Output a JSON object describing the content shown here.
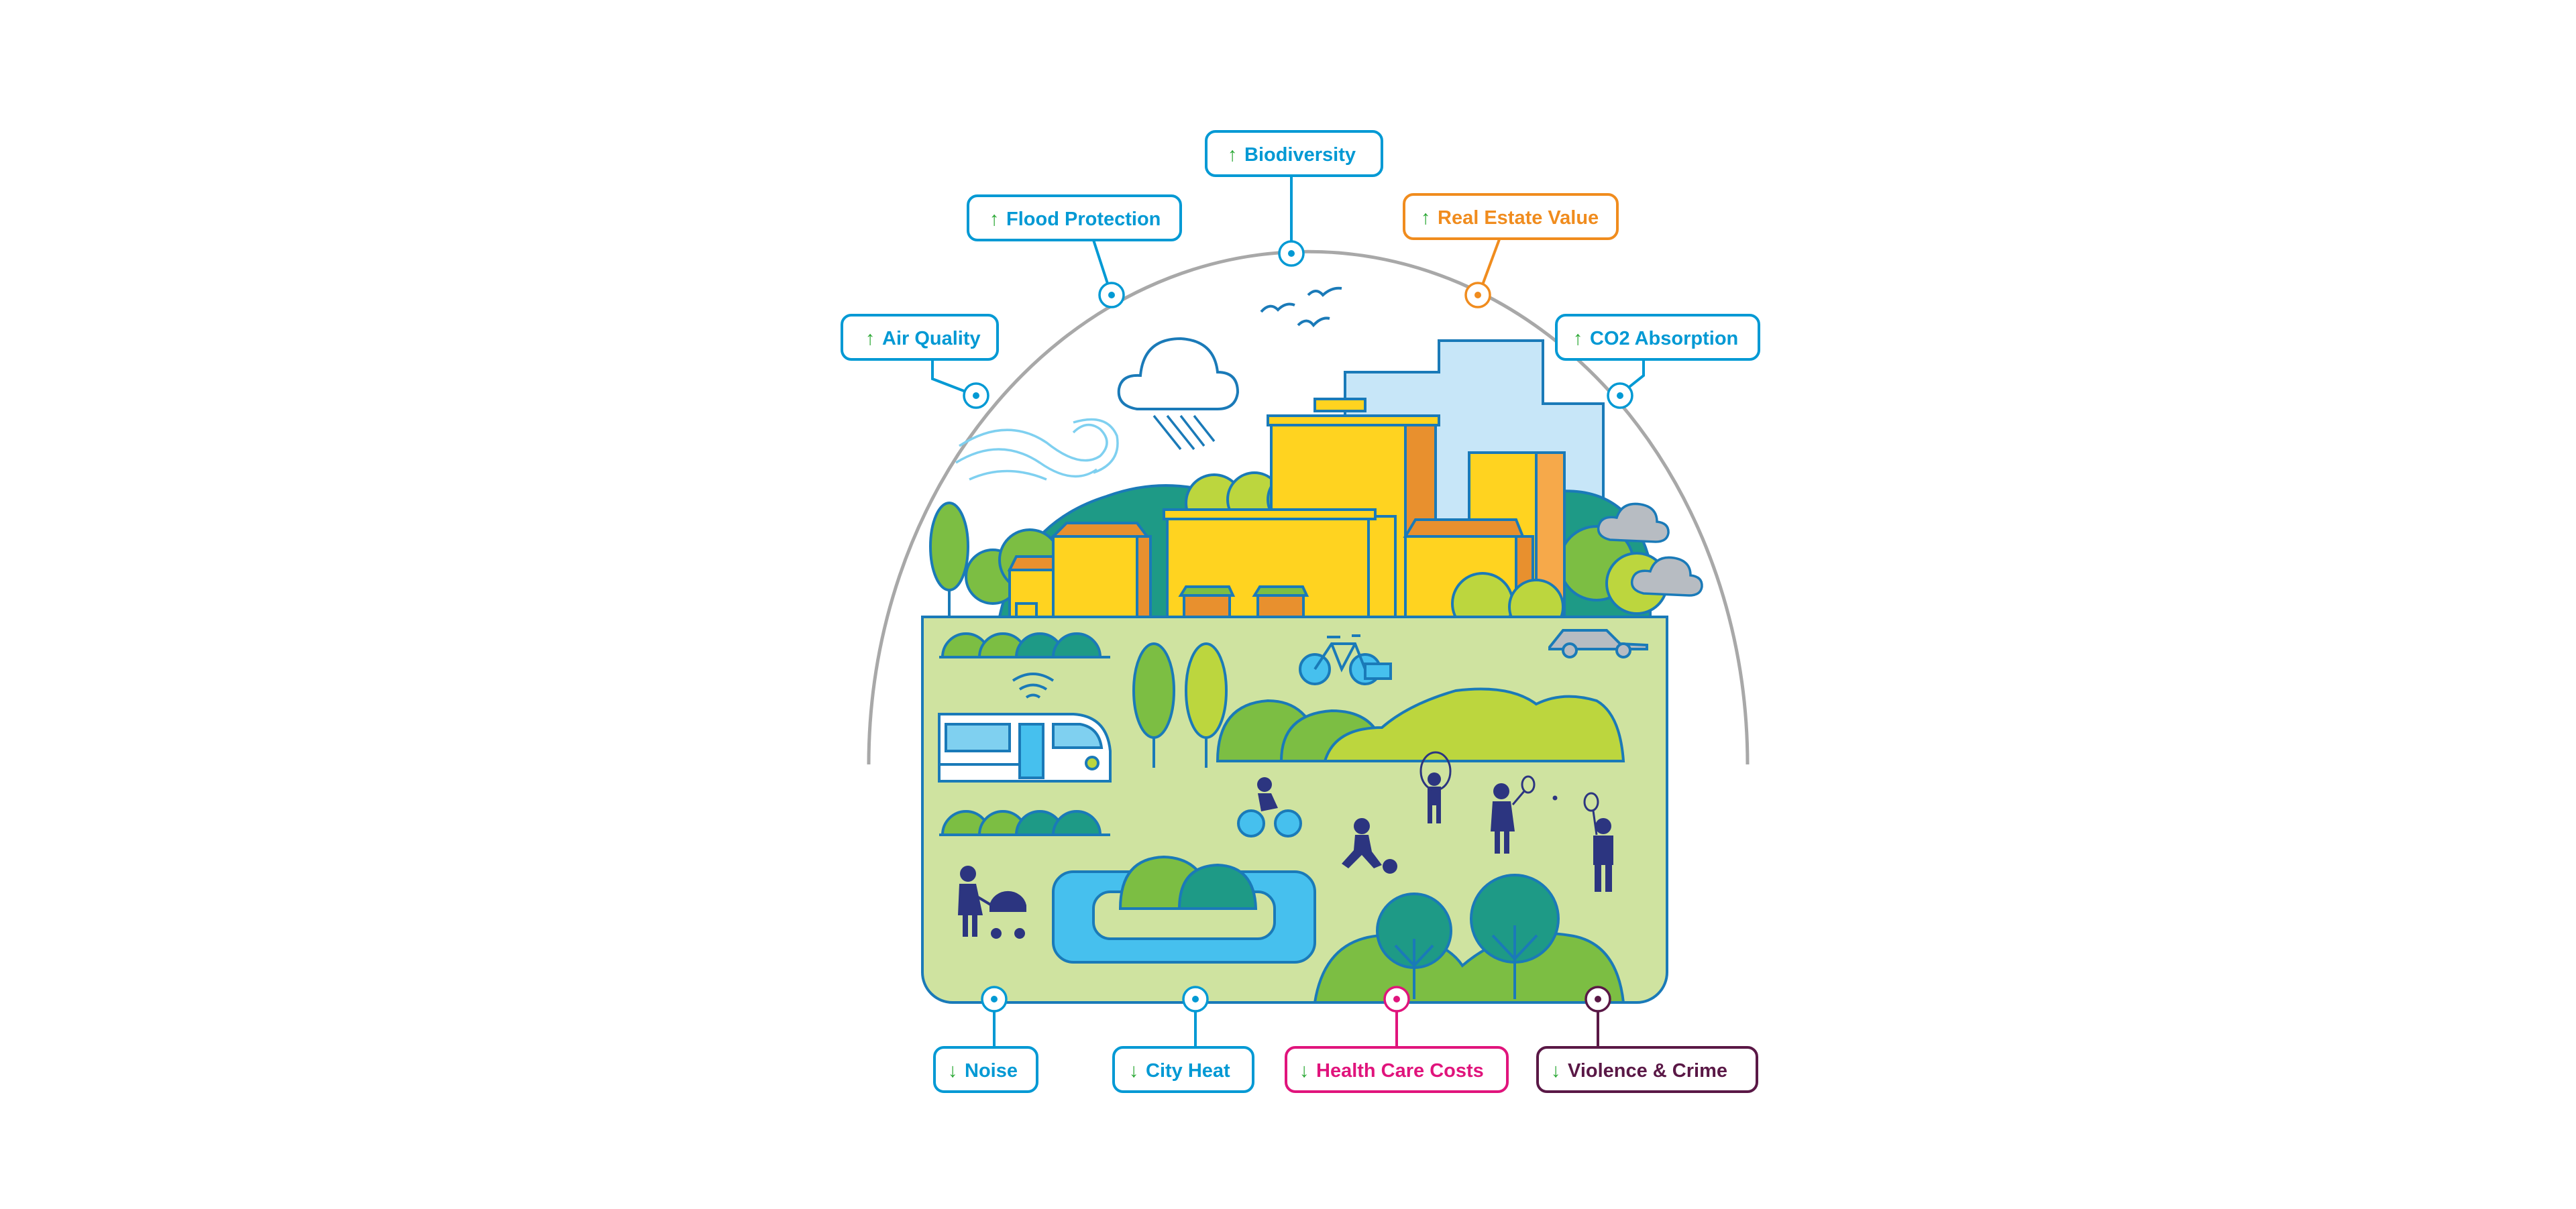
{
  "labels": {
    "air_quality": {
      "text": "Air Quality",
      "arrow": "up",
      "color": "#0099d4"
    },
    "flood_protection": {
      "text": "Flood Protection",
      "arrow": "up",
      "color": "#0099d4"
    },
    "biodiversity": {
      "text": "Biodiversity",
      "arrow": "up",
      "color": "#0099d4"
    },
    "real_estate_value": {
      "text": "Real Estate Value",
      "arrow": "up",
      "color": "#f08c1e"
    },
    "co2_absorption": {
      "text": "CO2 Absorption",
      "arrow": "up",
      "color": "#0099d4"
    },
    "noise": {
      "text": "Noise",
      "arrow": "down",
      "color": "#0099d4"
    },
    "city_heat": {
      "text": "City Heat",
      "arrow": "down",
      "color": "#0099d4"
    },
    "health_care_costs": {
      "text": "Health Care Costs",
      "arrow": "down",
      "color": "#e0147c"
    },
    "violence_crime": {
      "text": "Violence & Crime",
      "arrow": "down",
      "color": "#5a1846"
    }
  },
  "arrows": {
    "up": "↑",
    "down": "↓",
    "arrow_color": "#2aa834"
  },
  "palette": {
    "park_green": "#cfe3a0",
    "outline": "#1a7ab8",
    "building_yellow": "#ffd320",
    "building_orange": "#e8902e",
    "sky_blue": "#c7e6f8",
    "tree_teal": "#1e9a86",
    "tree_green": "#7cbe43",
    "tree_lime": "#bcd63e",
    "figure_navy": "#2c3580",
    "water_blue": "#46c0ee",
    "dome_gray": "#a8a8a8"
  }
}
